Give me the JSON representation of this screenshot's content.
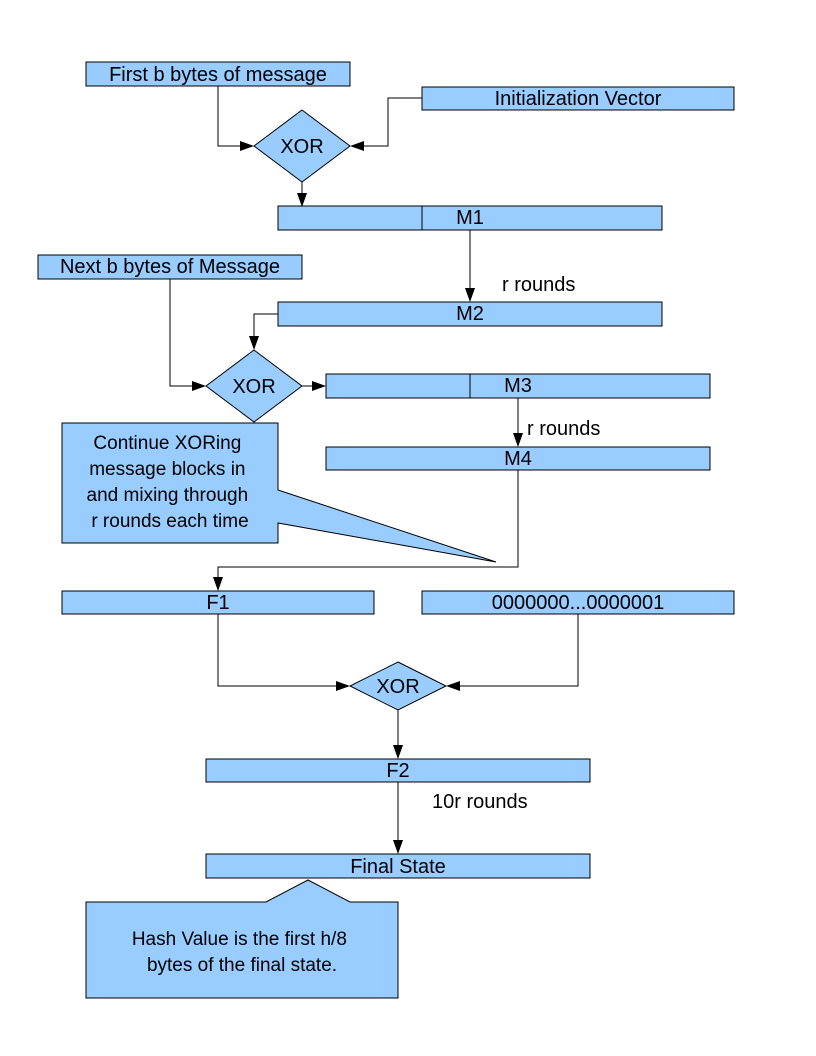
{
  "labels": {
    "first_bytes": "First b bytes of message",
    "init_vector": "Initialization Vector",
    "xor": "XOR",
    "m1": "M1",
    "next_bytes": "Next b bytes of Message",
    "r_rounds": "r rounds",
    "m2": "M2",
    "m3": "M3",
    "m4": "M4",
    "f1": "F1",
    "padding": "0000000...0000001",
    "f2": "F2",
    "ten_r_rounds": "10r rounds",
    "final_state": "Final State"
  },
  "callouts": {
    "continue": [
      "Continue XORing",
      "message blocks in",
      "and mixing through",
      "r rounds each time"
    ],
    "hash": [
      "Hash Value is the first h/8",
      "bytes of the final state."
    ]
  }
}
